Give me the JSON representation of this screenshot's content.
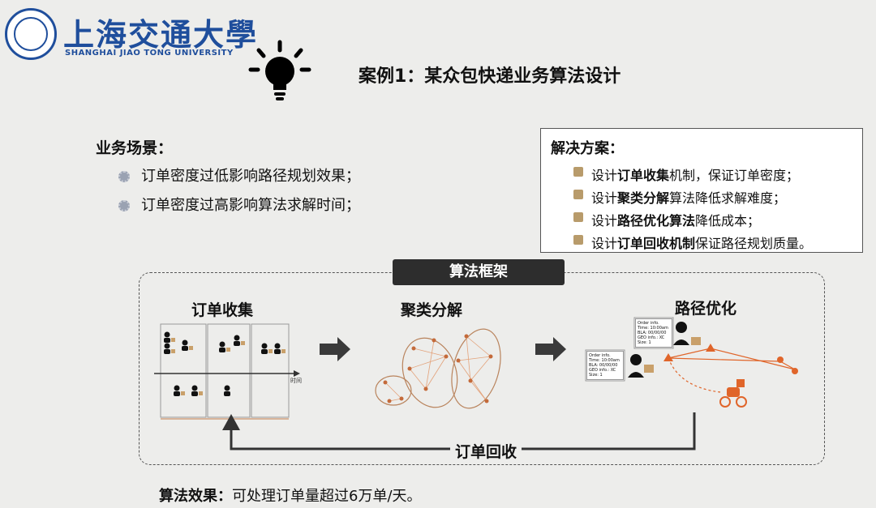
{
  "header": {
    "university_cn": "上海交通大學",
    "university_en": "SHANGHAI JIAO TONG UNIVERSITY",
    "title": "案例1：某众包快递业务算法设计"
  },
  "scenario": {
    "heading": "业务场景：",
    "items": [
      "订单密度过低影响路径规划效果；",
      "订单密度过高影响算法求解时间；"
    ]
  },
  "solution": {
    "heading": "解决方案：",
    "lines": [
      {
        "pre": "设计",
        "bold": "订单收集",
        "post": "机制，保证订单密度；"
      },
      {
        "pre": "设计",
        "bold": "聚类分解",
        "post": "算法降低求解难度；"
      },
      {
        "pre": "设计",
        "bold": "路径优化算法",
        "post": "降低成本；"
      },
      {
        "pre": "设计",
        "bold": "订单回收机制",
        "post": "保证路径规划质量。"
      }
    ]
  },
  "framework": {
    "tag": "算法框架",
    "stages": [
      "订单收集",
      "聚类分解",
      "路径优化"
    ],
    "time_axis_label": "时间",
    "return_label": "订单回收",
    "order_card_lines": [
      "Order info.",
      "Time: 10:00am",
      "BLA: 00/00/00",
      "GEO info.: XC",
      "Size: 1"
    ]
  },
  "effect": {
    "label": "算法效果：",
    "text": "可处理订单量超过6万单/天。"
  },
  "colors": {
    "brand": "#1f4e9c",
    "dark_tag": "#2d2d2d",
    "route": "#e0652a",
    "cluster": "#c47a4a"
  }
}
